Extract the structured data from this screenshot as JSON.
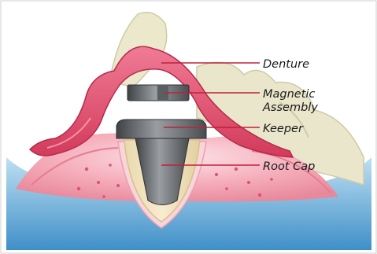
{
  "labels": {
    "denture": "Denture",
    "magnetic_line1": "Magnetic",
    "magnetic_line2": "Assembly",
    "keeper": "Keeper",
    "root_cap": "Root Cap"
  },
  "colors": {
    "denture": "#d8405f",
    "denture_highlight": "#f08aa0",
    "gum": "#f2a3b2",
    "gum_light": "#fbd6dc",
    "bone": "#e6e2c4",
    "bone_shadow": "#cfcaa6",
    "root": "#f1e0b8",
    "metal": "#7a7d80",
    "metal_dark": "#3f4245",
    "background_blue": "#3f8fc8",
    "leader_line": "#c0203a"
  }
}
